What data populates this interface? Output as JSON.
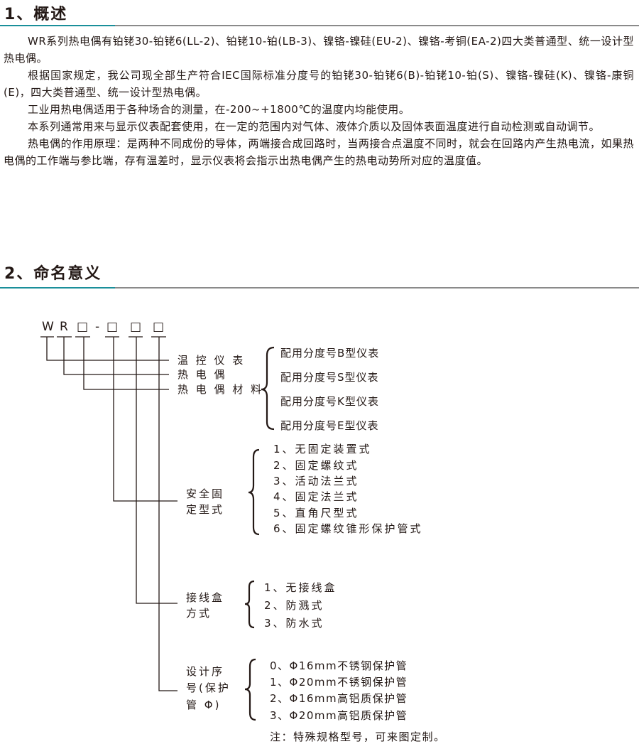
{
  "section1": {
    "title": "1、概述",
    "paragraphs": [
      "WR系列热电偶有铂铑30-铂铑6(LL-2)、铂铑10-铂(LB-3)、镍铬-镍硅(EU-2)、镍铬-考铜(EA-2)四大类普通型、统一设计型热电偶。",
      "根据国家规定，我公司现全部生产符合IEC国际标准分度号的铂铑30-铂铑6(B)-铂铑10-铂(S)、镍铬-镍硅(K)、镍铬-康铜(E)，四大类普通型、统一设计型热电偶。",
      "工业用热电偶适用于各种场合的测量，在-200~+1800℃的温度内均能使用。",
      "本系列通常用来与显示仪表配套使用，在一定的范围内对气体、液体介质以及固体表面温度进行自动检测或自动调节。",
      "热电偶的作用原理：是两种不同成份的导体，两端接合成回路时，当两接合点温度不同时，就会在回路内产生热电流，如果热电偶的工作端与参比端，存有温差时，显示仪表将会指示出热电偶产生的热电动势所对应的温度值。"
    ]
  },
  "section2": {
    "title": "2、命名意义",
    "code": [
      "W",
      "R",
      "□",
      "-",
      "□",
      "□",
      "□"
    ],
    "labels": {
      "l1": "温 控 仪 表",
      "l2": "热 电 偶",
      "l3": "热 电 偶 材 料",
      "mount1": "安全固",
      "mount2": "定型式",
      "box1": "接线盒",
      "box2": "方式",
      "seq1": "设计序",
      "seq2": "号(保护",
      "seq3": "管 Φ)"
    },
    "meters": [
      "配用分度号B型仪表",
      "配用分度号S型仪表",
      "配用分度号K型仪表",
      "配用分度号E型仪表"
    ],
    "mounts": [
      "1、无固定装置式",
      "2、固定螺纹式",
      "3、活动法兰式",
      "4、固定法兰式",
      "5、直角尺型式",
      "6、固定螺纹锥形保护管式"
    ],
    "boxes": [
      "1、无接线盒",
      "2、防溅式",
      "3、防水式"
    ],
    "tubes": [
      "0、Φ16mm不锈钢保护管",
      "1、Φ20mm不锈钢保护管",
      "2、Φ16mm高铝质保护管",
      "3、Φ20mm高铝质保护管"
    ],
    "note": "注：特殊规格型号，可来图定制。"
  }
}
